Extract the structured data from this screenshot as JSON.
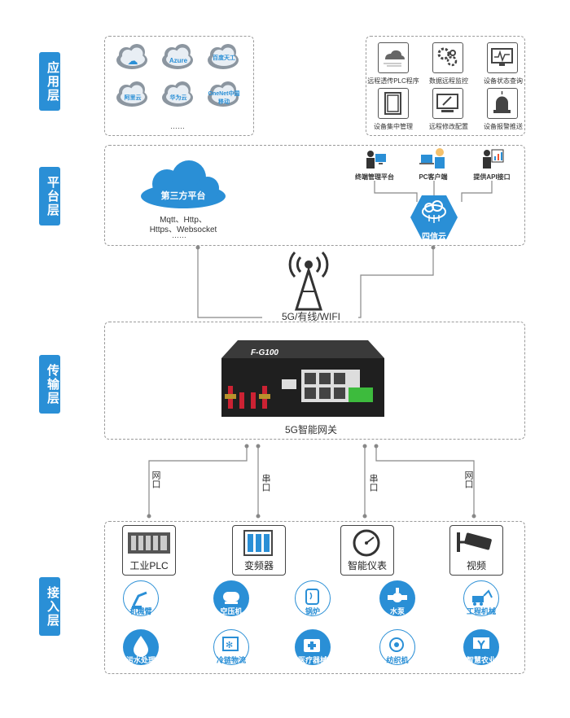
{
  "layers": {
    "application": "应用层",
    "platform": "平台层",
    "transport": "传输层",
    "access": "接入层"
  },
  "app_layer": {
    "clouds": [
      {
        "text": "",
        "icon": "cloud-logo-icon"
      },
      {
        "text": "Azure",
        "icon": "azure-icon"
      },
      {
        "text": "百度天工",
        "icon": "baidu-icon"
      },
      {
        "text": "阿里云",
        "icon": "aliyun-icon"
      },
      {
        "text": "华为云",
        "icon": "huawei-icon"
      },
      {
        "text": "OneNet中国移动",
        "icon": "onenet-icon"
      }
    ],
    "ellipsis": "……",
    "functions": [
      {
        "label": "远程透传PLC程序",
        "icon": "cloud-transfer-icon"
      },
      {
        "label": "数据远程监控",
        "icon": "gears-monitor-icon"
      },
      {
        "label": "设备状态查询",
        "icon": "monitor-wave-icon"
      },
      {
        "label": "设备集中管理",
        "icon": "cabinet-icon"
      },
      {
        "label": "远程修改配置",
        "icon": "edit-screen-icon"
      },
      {
        "label": "设备报警推送",
        "icon": "alarm-icon"
      }
    ]
  },
  "platform_layer": {
    "third_party": "第三方平台",
    "protocols_line1": "Mqtt、Http、",
    "protocols_line2": "Https、Websocket",
    "ellipsis": "……",
    "items": [
      {
        "label": "终端管理平台",
        "icon": "terminal-manage-icon"
      },
      {
        "label": "PC客户端",
        "icon": "pc-client-icon"
      },
      {
        "label": "提供API接口",
        "icon": "api-icon"
      }
    ],
    "cloud_name": "四信云"
  },
  "network": {
    "label": "5G/有线/WIFI"
  },
  "gateway": {
    "model": "F-G100",
    "label": "5G智能网关"
  },
  "links": [
    {
      "label": "网口"
    },
    {
      "label": "串口"
    },
    {
      "label": "串口"
    },
    {
      "label": "网口"
    }
  ],
  "devices": [
    {
      "label": "工业PLC",
      "icon": "plc-icon"
    },
    {
      "label": "变频器",
      "icon": "inverter-icon"
    },
    {
      "label": "智能仪表",
      "icon": "gauge-icon"
    },
    {
      "label": "视频",
      "icon": "camera-icon"
    }
  ],
  "applications": [
    {
      "label": "机械臂",
      "icon": "robot-arm-icon",
      "style": "outline"
    },
    {
      "label": "空压机",
      "icon": "compressor-icon",
      "style": "filled"
    },
    {
      "label": "锅炉",
      "icon": "boiler-icon",
      "style": "outline"
    },
    {
      "label": "水泵",
      "icon": "pump-icon",
      "style": "filled"
    },
    {
      "label": "工程机械",
      "icon": "excavator-icon",
      "style": "outline"
    },
    {
      "label": "污水处理",
      "icon": "water-drop-icon",
      "style": "filled"
    },
    {
      "label": "冷链物流",
      "icon": "cold-chain-icon",
      "style": "outline"
    },
    {
      "label": "医疗器械",
      "icon": "medical-icon",
      "style": "filled"
    },
    {
      "label": "纺织机",
      "icon": "textile-icon",
      "style": "outline"
    },
    {
      "label": "智慧农业",
      "icon": "agriculture-icon",
      "style": "filled"
    }
  ],
  "colors": {
    "accent": "#2a8fd6",
    "cloud": "#7f8a94",
    "dash": "#9a9a9a"
  }
}
